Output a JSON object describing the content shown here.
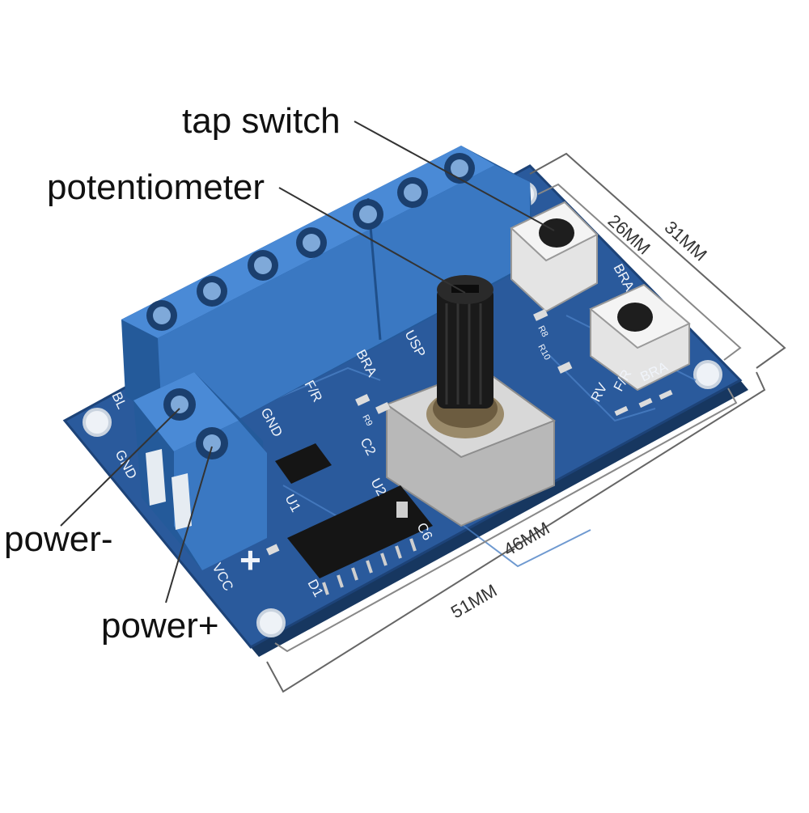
{
  "callouts": {
    "tap_switch": "tap switch",
    "potentiometer": "potentiometer",
    "power_minus": "power-",
    "power_plus": "power+"
  },
  "dimensions": {
    "inner_width": "46MM",
    "outer_width": "51MM",
    "inner_depth": "26MM",
    "outer_depth": "31MM"
  },
  "silkscreen": {
    "bl": "BL",
    "gnd_left": "GND",
    "vcc": "VCC",
    "gnd_mid": "GND",
    "fr": "F/R",
    "bra_mid": "BRA",
    "usp": "USP",
    "rv_right": "RV",
    "fr_right": "F/R",
    "bra_right": "BRA",
    "bra_top": "BRA",
    "c2": "C2",
    "c6": "C6",
    "u1": "U1",
    "u2": "U2",
    "d1": "D1",
    "r9": "R9",
    "r8": "R8",
    "r10": "R10",
    "plus": "+"
  },
  "colors": {
    "pcb": "#2a5a9c",
    "pcb_dark": "#1d4378",
    "terminal": "#3a78c2",
    "terminal_dark": "#245a9a",
    "knob": "#1a1a1a",
    "pot_body": "#c8c8c8"
  }
}
